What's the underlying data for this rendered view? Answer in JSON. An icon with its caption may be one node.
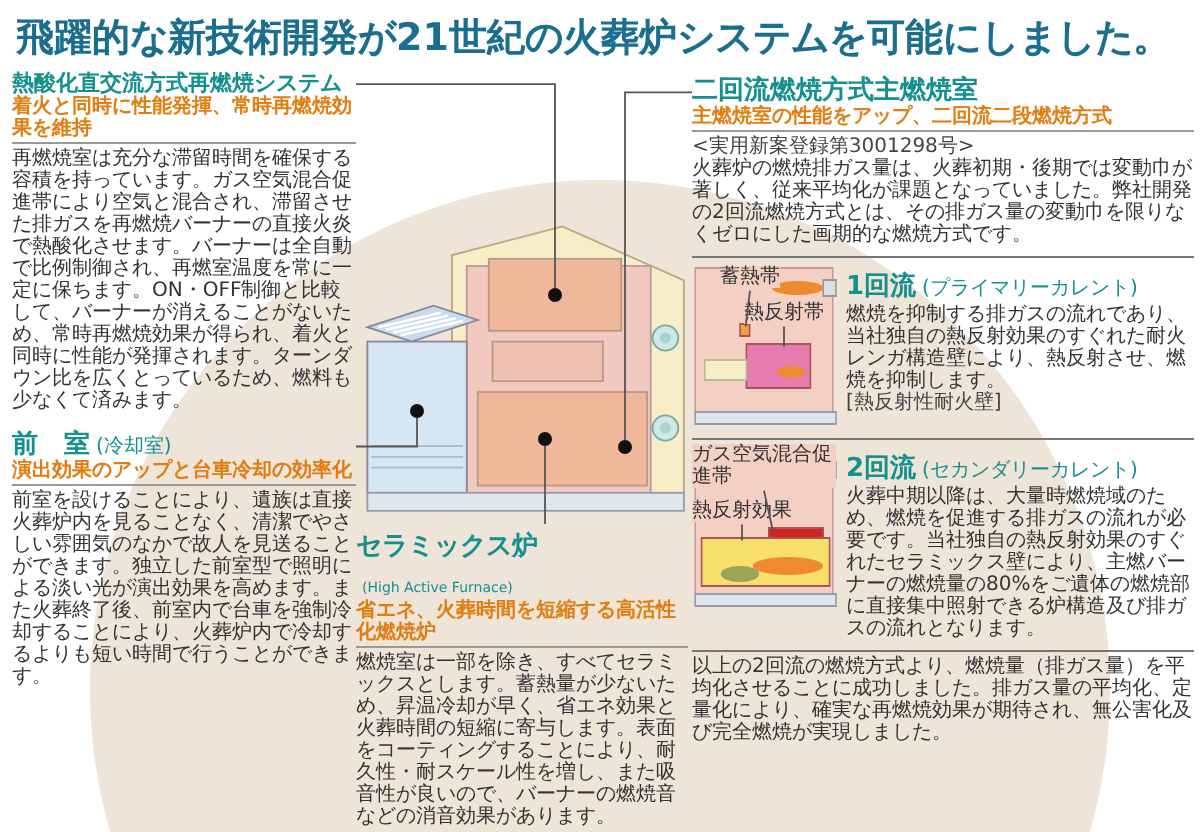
{
  "diagram": {
    "title": "飛躍的な新技術開発が21世紀の火葬炉システムを可能にしました。",
    "nodes": [
      {
        "text": [
          "熱酸化直交流方式再燃焼システム",
          "着火と同時に性能発揮、常時再燃焼効果を維持",
          "再燃焼室は充分な滞留時間を確保する容積を持っています。ガス空気混合促進帯により空気と混合され、滞留させた排ガスを再燃焼バーナーの直接火炎で熱酸化させます。バーナーは全自動で比例制御され、再燃室温度を常に一定に保ちます。ON・OFF制御と比較して、バーナーが消えることがないため、常時再燃焼効果が得られ、着火と同時に性能が発揮されます。ターンダウン比を広くとっているため、燃料も少なくて済みます。"
        ]
      },
      {
        "text": [
          "前　室",
          "(冷却室)",
          "演出効果のアップと台車冷却の効率化",
          "前室を設けることにより、遺族は直接火葬炉内を見ることなく、清潔でやさしい雰囲気のなかで故人を見送ることができます。独立した前室型で照明による淡い光が演出効果を高めます。また火葬終了後、前室内で台車を強制冷却することにより、火葬炉内で冷却するよりも短い時間で行うことができます。"
        ]
      },
      {
        "text": [
          "セラミックス炉",
          "(High Active Furnace)",
          "省エネ、火葬時間を短縮する高活性化燃焼炉",
          "燃焼室は一部を除き、すべてセラミックスとします。蓄熱量が少ないため、昇温冷却が早く、省エネ効果と火葬時間の短縮に寄与します。表面をコーティングすることにより、耐久性・耐スケール性を増し、また吸音性が良いので、バーナーの燃焼音などの消音効果があります。"
        ]
      },
      {
        "text": [
          "二回流燃焼方式主燃焼室",
          "主燃焼室の性能をアップ、二回流二段燃焼方式",
          "<実用新案登録第3001298号>",
          "火葬炉の燃焼排ガス量は、火葬初期・後期では変動巾が著しく、従来平均化が課題となっていました。弊社開発の2回流燃焼方式とは、その排ガス量の変動巾を限りなくゼロにした画期的な燃焼方式です。"
        ]
      },
      {
        "text": [],
        "shape": "circle"
      },
      {
        "text": [],
        "shape": "circle"
      },
      {
        "text": [],
        "shape": "circle"
      },
      {
        "text": [],
        "shape": "circle"
      },
      {
        "text": [
          "1回流",
          "(プライマリーカレント)",
          "燃焼を抑制する排ガスの流れであり、当社独自の熱反射効果のすぐれた耐火レンガ構造壁により、熱反射させ、燃焼を抑制します。",
          "[熱反射性耐火壁]"
        ]
      },
      {
        "text": [
          "蓄熱帯"
        ],
        "in": 8
      },
      {
        "text": [
          "熱反射帯"
        ],
        "in": 8
      },
      {
        "text": [
          "2回流",
          "(セカンダリーカレント)",
          "火葬中期以降は、大量時燃焼域のため、燃焼を促進する排ガスの流れが必要です。当社独自の熱反射効果のすぐれたセラミックス壁により、主燃バーナーの燃焼量の80%をご遺体の燃焼部に直接集中照射できる炉構造及び排ガスの流れとなります。"
        ]
      },
      {
        "text": [
          "ガス空気混合促進帯"
        ],
        "in": 11
      },
      {
        "text": [
          "熱反射効果"
        ],
        "in": 11
      },
      {
        "text": [],
        "shape": "box",
        "in": 8
      },
      {
        "text": [],
        "shape": "box",
        "in": 8
      },
      {
        "text": [],
        "shape": "box",
        "in": 11
      },
      {
        "text": [],
        "shape": "box",
        "in": 11
      }
    ],
    "edges": [
      {
        "from": 0,
        "to": 4,
        "arrow": "none"
      },
      {
        "from": 1,
        "to": 5,
        "arrow": "none"
      },
      {
        "from": 2,
        "to": 6,
        "arrow": "none"
      },
      {
        "from": 3,
        "to": 7,
        "arrow": "none"
      },
      {
        "from": 9,
        "to": 14,
        "arrow": "none"
      },
      {
        "from": 10,
        "to": 15,
        "arrow": "none"
      },
      {
        "from": 12,
        "to": 16,
        "arrow": "none"
      },
      {
        "from": 13,
        "to": 17,
        "arrow": "none"
      }
    ],
    "labels": [
      "以上の2回流の燃焼方式より、燃焼量（排ガス量）を平均化させることに成功しました。排ガス量の平均化、定量化により、確実な再燃焼効果が期待され、無公害化及び完全燃焼が実現しました。"
    ]
  }
}
